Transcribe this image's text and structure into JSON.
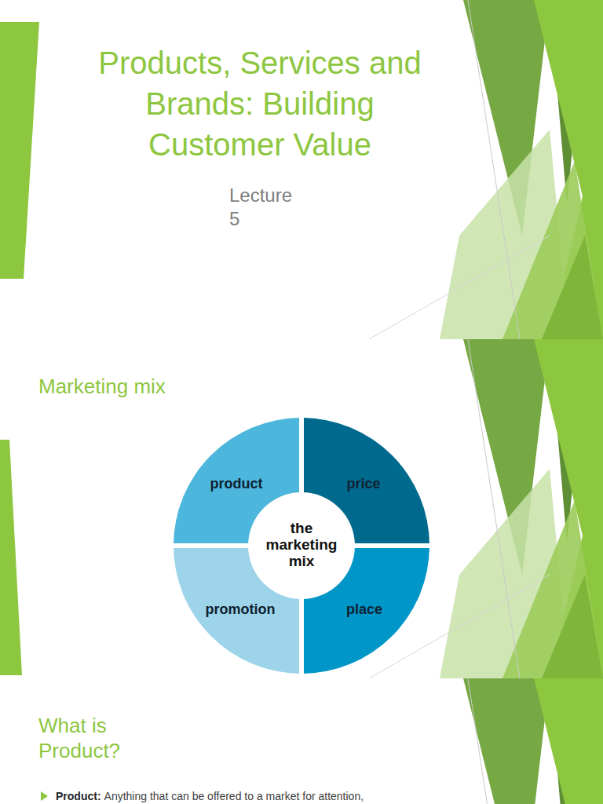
{
  "diagram": {
    "title": "Products, Services and Brands: Building Customer Value",
    "nodes": [
      {
        "text": [
          "product"
        ]
      },
      {
        "text": [
          "price"
        ]
      },
      {
        "text": [
          "promotion"
        ]
      },
      {
        "text": [
          "place"
        ]
      },
      {
        "text": [
          "the marketing mix"
        ]
      }
    ],
    "labels": [
      "Lecture 5",
      "Marketing mix",
      "What is Product?",
      "Product:",
      "Anything that can be offered to a market for attention,"
    ]
  }
}
